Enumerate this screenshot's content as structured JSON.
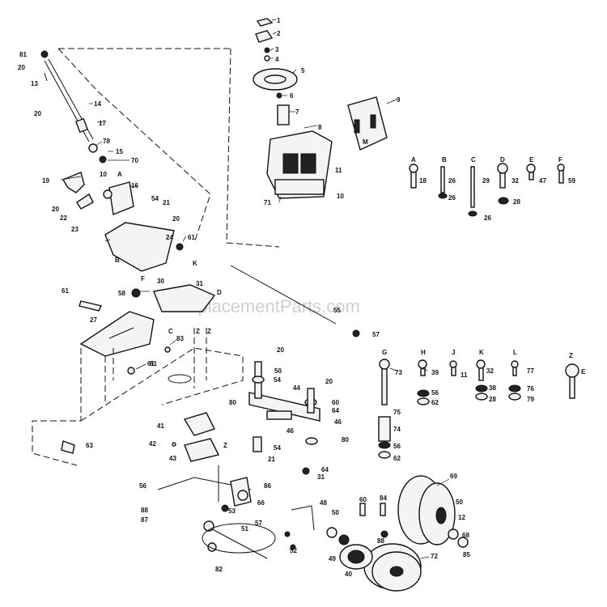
{
  "watermark": "©ReplacementParts.com",
  "colors": {
    "ink": "#111111",
    "background": "#ffffff",
    "watermark": "#c8c8c8"
  },
  "labels": {
    "n1": "1",
    "n2": "2",
    "n3": "3",
    "n4": "4",
    "n5": "5",
    "n6": "6",
    "n7": "7",
    "n8": "8",
    "n9": "9",
    "n81": "81",
    "n20a": "20",
    "n13": "13",
    "n14": "14",
    "n20b": "20",
    "n17": "17",
    "n78": "78",
    "n15": "15",
    "n70": "70",
    "n19": "19",
    "n10": "10",
    "n16": "16",
    "n20c": "20",
    "n22": "22",
    "n23": "23",
    "n54a": "54",
    "n21a": "21",
    "n20d": "20",
    "n24": "24",
    "n61a": "61",
    "n71": "71",
    "n11": "11",
    "n10b": "10",
    "n18": "18",
    "n26a": "26",
    "n26b": "26",
    "n29": "29",
    "n26c": "26",
    "n32a": "32",
    "n28a": "28",
    "n47": "47",
    "n59": "59",
    "n61b": "61",
    "n58": "58",
    "n30": "30",
    "n31": "31",
    "n61c": "61",
    "n27": "27",
    "n83": "83",
    "n55": "55",
    "n57": "57",
    "n20e": "20",
    "n50a": "50",
    "n54b": "54",
    "n44": "44",
    "n20f": "20",
    "n60a": "60",
    "n64a": "64",
    "n46a": "46",
    "n80a": "80",
    "n46b": "46",
    "n54c": "54",
    "n21b": "21",
    "n80b": "80",
    "n41": "41",
    "n42": "42",
    "n43": "43",
    "n61d": "61",
    "n63": "63",
    "n73": "73",
    "n39": "39",
    "n11b": "11",
    "n32b": "32",
    "n77": "77",
    "n56a": "56",
    "n62a": "62",
    "n38": "38",
    "n28b": "28",
    "n76": "76",
    "n79": "79",
    "n75": "75",
    "n74": "74",
    "n56b": "56",
    "n62b": "62",
    "n64b": "64",
    "n31b": "31",
    "n56c": "56",
    "n88a": "88",
    "n53": "53",
    "n66": "66",
    "n57b": "57",
    "n86": "86",
    "n87": "87",
    "n51": "51",
    "n82": "82",
    "n48": "48",
    "n52": "52",
    "n50b": "50",
    "n50c": "50",
    "n60b": "60",
    "n84": "84",
    "n69": "69",
    "n12": "12",
    "n68": "68",
    "n72": "72",
    "n49": "49",
    "n40": "40",
    "n88b": "88",
    "n85": "85"
  },
  "letters": {
    "A": "A",
    "B": "B",
    "C": "C",
    "D": "D",
    "E": "E",
    "F": "F",
    "G": "G",
    "H": "H",
    "J": "J",
    "K": "K",
    "L": "L",
    "Z": "Z",
    "A2": "A",
    "B2": "B",
    "C2": "C",
    "D2": "D",
    "F2": "F",
    "K2": "K",
    "Z2": "Z",
    "Z3": "Z",
    "Z4": "Z",
    "E2": "E",
    "M": "M"
  }
}
